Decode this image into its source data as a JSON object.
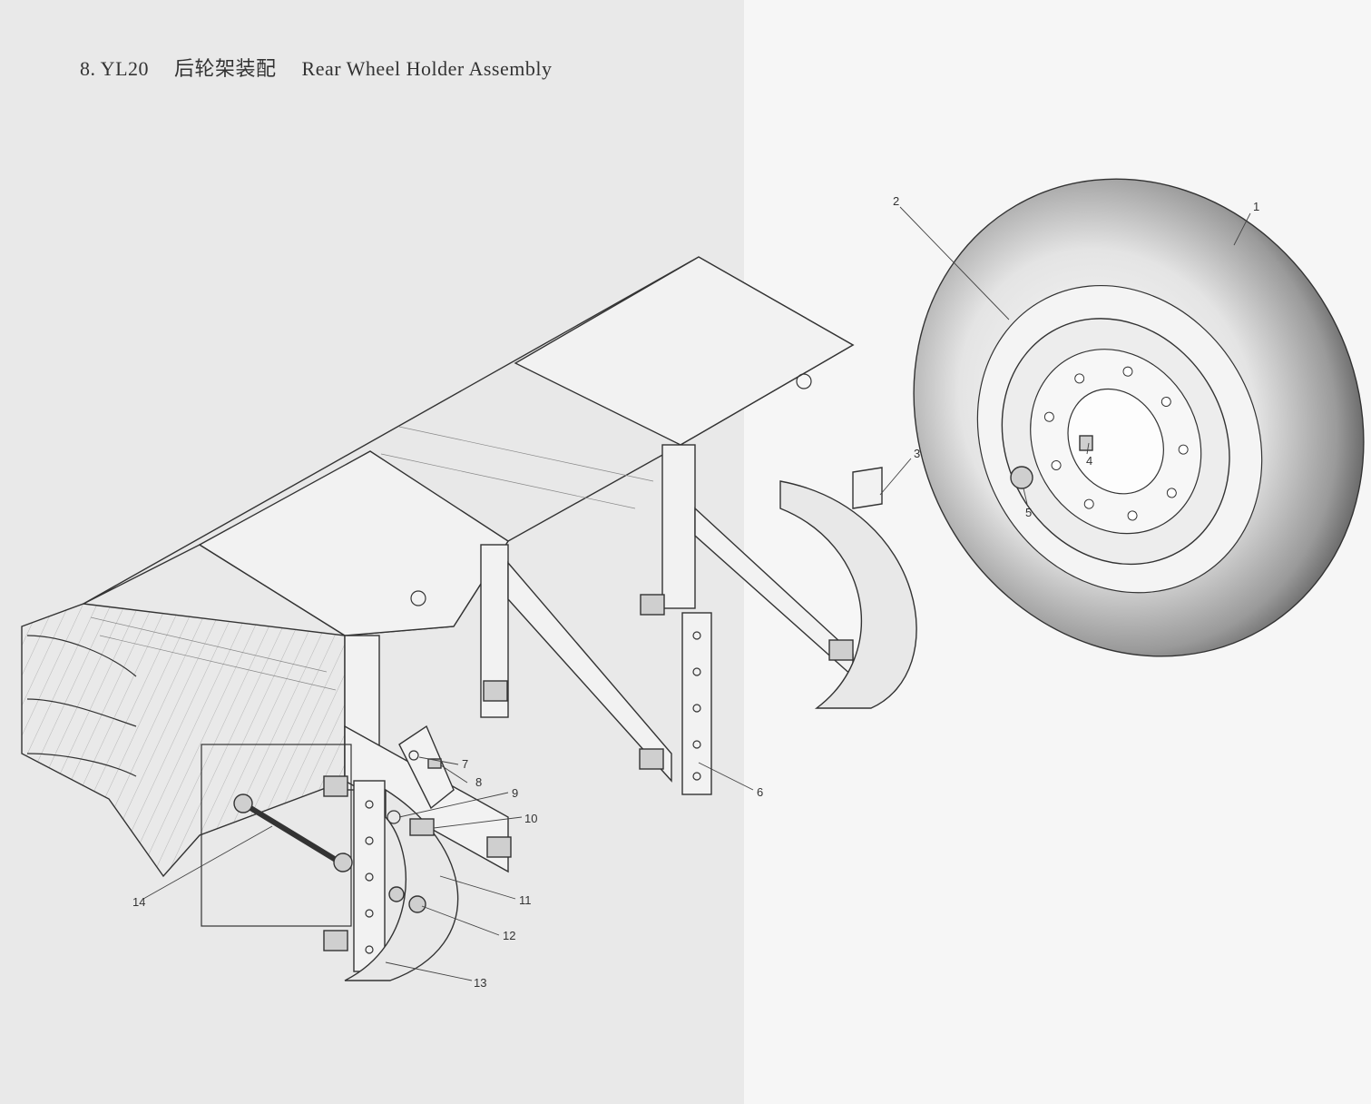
{
  "title": {
    "number": "8. YL20",
    "chinese": "后轮架装配",
    "english": "Rear Wheel Holder Assembly"
  },
  "callouts": [
    "1",
    "2",
    "3",
    "4",
    "5",
    "6",
    "7",
    "8",
    "9",
    "10",
    "11",
    "12",
    "13",
    "14"
  ]
}
